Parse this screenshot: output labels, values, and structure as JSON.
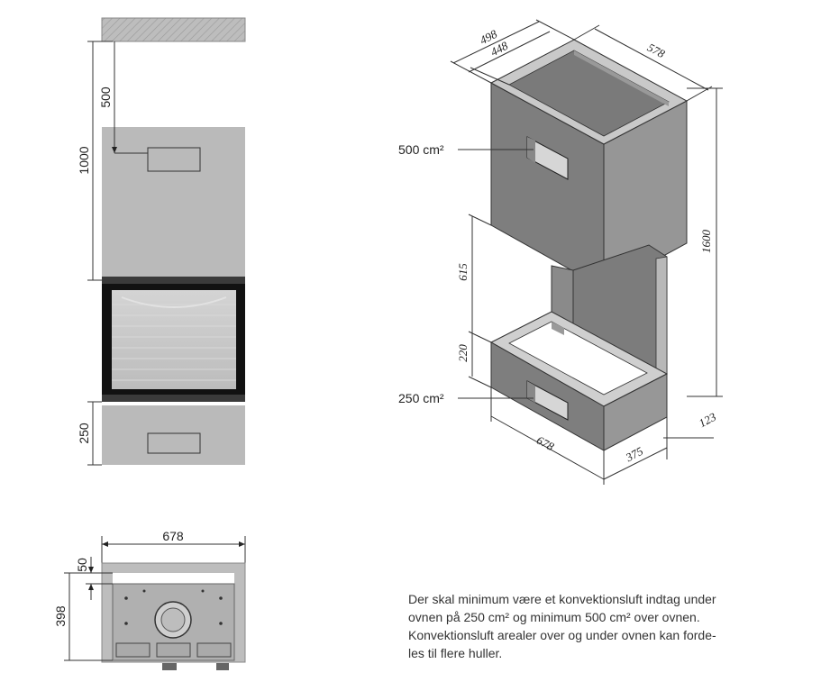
{
  "front_view": {
    "dim_gap": "500",
    "dim_upper": "1000",
    "dim_lower": "250"
  },
  "plan_view": {
    "dim_width": "678",
    "dim_wall": "50",
    "dim_depth": "398"
  },
  "iso_view": {
    "dim_outer_depth": "498",
    "dim_inner_depth": "448",
    "dim_side": "578",
    "dim_height": "1600",
    "dim_opening": "615",
    "dim_base": "220",
    "dim_front": "678",
    "dim_right": "375",
    "dim_offset": "123",
    "callout_top": "500 cm²",
    "callout_bottom": "250 cm²"
  },
  "note": {
    "line1": "Der skal minimum være et konvektionsluft indtag under",
    "line2": "ovnen på 250 cm² og minimum 500 cm² over ovnen.",
    "line3": "Konvektionsluft arealer over og under ovnen kan forde-",
    "line4": "les til flere huller."
  },
  "colors": {
    "panel_fill": "#b8b8b8",
    "iso_dark": "#7a7a7a",
    "iso_mid": "#9a9a9a",
    "iso_light": "#c4c4c4",
    "glass": "#c9c9c9",
    "frame": "#111111"
  }
}
